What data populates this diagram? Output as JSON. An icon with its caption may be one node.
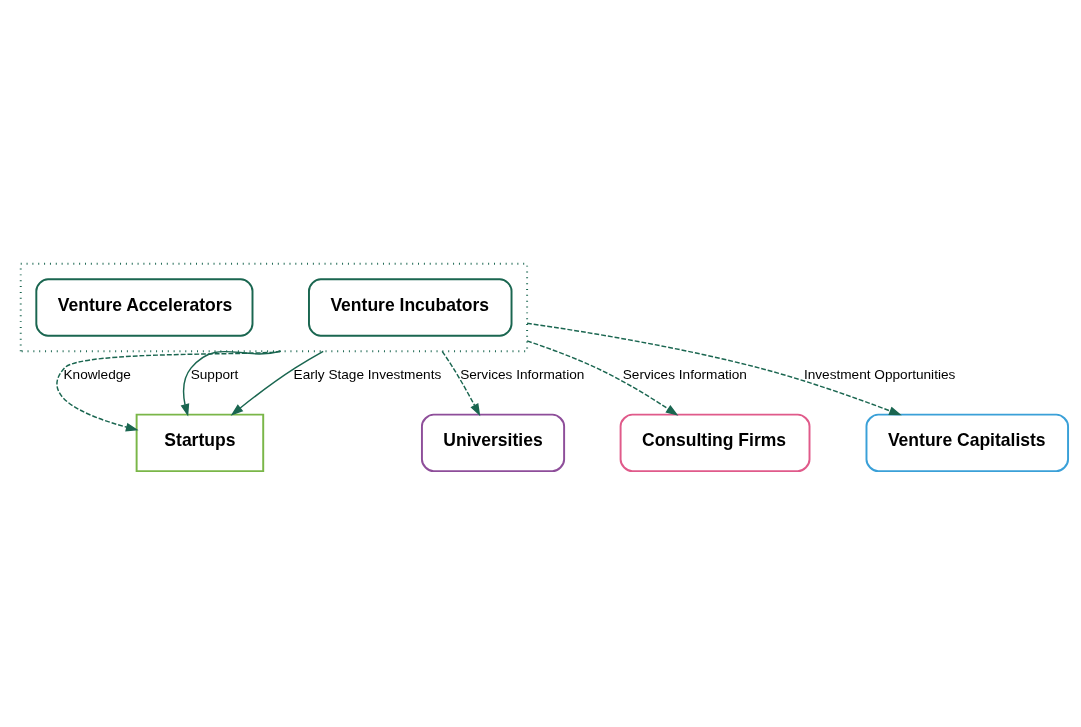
{
  "diagram": {
    "nodes": [
      {
        "text": [
          "Startups"
        ]
      },
      {
        "text": [],
        "shape": "box"
      },
      {
        "text": [
          "Venture Incubators"
        ],
        "in": 1
      },
      {
        "text": [
          "Venture Accelerators"
        ],
        "in": 1
      },
      {
        "text": [
          "Universities"
        ]
      },
      {
        "text": [
          "Consulting Firms"
        ]
      },
      {
        "text": [
          "Venture Capitalists"
        ]
      }
    ],
    "edges": [
      {
        "from": 1,
        "to": 0,
        "arrow": "to",
        "label": "Knowledge",
        "style": "dashed"
      },
      {
        "from": 1,
        "to": 0,
        "arrow": "to",
        "label": "Support"
      },
      {
        "from": 1,
        "to": 0,
        "arrow": "to",
        "label": "Early Stage Investments"
      },
      {
        "from": 1,
        "to": 4,
        "arrow": "to",
        "label": "Services Information",
        "style": "dashed"
      },
      {
        "from": 1,
        "to": 5,
        "arrow": "to",
        "label": "Services Information",
        "style": "dashed"
      },
      {
        "from": 1,
        "to": 6,
        "arrow": "to",
        "label": "Investment Opportunities",
        "style": "dashed"
      }
    ]
  }
}
